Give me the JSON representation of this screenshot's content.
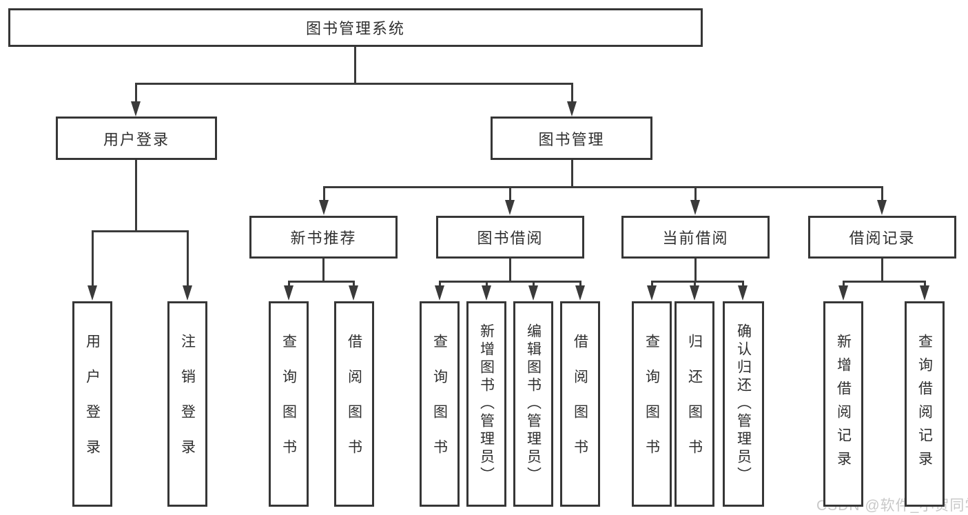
{
  "colors": {
    "line": "#3a3a3a",
    "box_border": "#363636",
    "text": "#2f2f2f",
    "watermark": "#c8c8c8",
    "background": "#ffffff"
  },
  "watermark": {
    "text": "CSDN @软件_小贺同学"
  },
  "nodes": {
    "root": {
      "label": "图书管理系统"
    },
    "user_login": {
      "label": "用户登录"
    },
    "book_management": {
      "label": "图书管理"
    },
    "new_book_recommend": {
      "label": "新书推荐"
    },
    "book_borrow": {
      "label": "图书借阅"
    },
    "current_borrow": {
      "label": "当前借阅"
    },
    "borrow_records": {
      "label": "借阅记录"
    },
    "leaves": {
      "user_login": [
        "用户登录",
        "注销登录"
      ],
      "new_book_recommend": [
        "查询图书",
        "借阅图书"
      ],
      "book_borrow": [
        "查询图书",
        "新增图书（管理员）",
        "编辑图书（管理员）",
        "借阅图书"
      ],
      "current_borrow": [
        "查询图书",
        "归还图书",
        "确认归还（管理员）"
      ],
      "borrow_records": [
        "新增借阅记录",
        "查询借阅记录"
      ]
    }
  }
}
